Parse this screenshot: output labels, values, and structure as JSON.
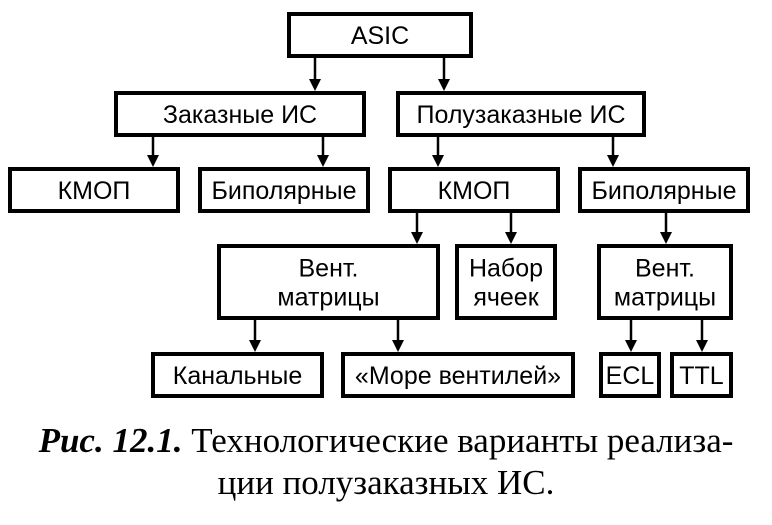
{
  "nodes": [
    {
      "id": "asic",
      "lines": [
        "ASIC"
      ]
    },
    {
      "id": "custom-ic",
      "lines": [
        "Заказные ИС"
      ]
    },
    {
      "id": "semicustom-ic",
      "lines": [
        "Полузаказные ИС"
      ]
    },
    {
      "id": "custom-cmos",
      "lines": [
        "КМОП"
      ]
    },
    {
      "id": "custom-bipolar",
      "lines": [
        "Биполярные"
      ]
    },
    {
      "id": "semicustom-cmos",
      "lines": [
        "КМОП"
      ]
    },
    {
      "id": "semicustom-bipolar",
      "lines": [
        "Биполярные"
      ]
    },
    {
      "id": "cmos-gate-array",
      "lines": [
        "Вент.",
        "матрицы"
      ]
    },
    {
      "id": "cell-library",
      "lines": [
        "Набор",
        "ячеек"
      ]
    },
    {
      "id": "bipolar-gate-array",
      "lines": [
        "Вент.",
        "матрицы"
      ]
    },
    {
      "id": "channeled",
      "lines": [
        "Канальные"
      ]
    },
    {
      "id": "sea-of-gates",
      "lines": [
        "«Море вентилей»"
      ]
    },
    {
      "id": "ecl",
      "lines": [
        "ECL"
      ]
    },
    {
      "id": "ttl",
      "lines": [
        "TTL"
      ]
    }
  ],
  "edges": [
    {
      "from": "asic",
      "to": "custom-ic"
    },
    {
      "from": "asic",
      "to": "semicustom-ic"
    },
    {
      "from": "custom-ic",
      "to": "custom-cmos"
    },
    {
      "from": "custom-ic",
      "to": "custom-bipolar"
    },
    {
      "from": "semicustom-ic",
      "to": "semicustom-cmos"
    },
    {
      "from": "semicustom-ic",
      "to": "semicustom-bipolar"
    },
    {
      "from": "semicustom-cmos",
      "to": "cmos-gate-array"
    },
    {
      "from": "semicustom-cmos",
      "to": "cell-library"
    },
    {
      "from": "semicustom-bipolar",
      "to": "bipolar-gate-array"
    },
    {
      "from": "cmos-gate-array",
      "to": "channeled"
    },
    {
      "from": "cmos-gate-array",
      "to": "sea-of-gates"
    },
    {
      "from": "bipolar-gate-array",
      "to": "ecl"
    },
    {
      "from": "bipolar-gate-array",
      "to": "ttl"
    }
  ],
  "caption": {
    "label": "Рис. 12.1.",
    "line1": " Технологические варианты реализа-",
    "line2": "ции полузаказных ИС."
  }
}
